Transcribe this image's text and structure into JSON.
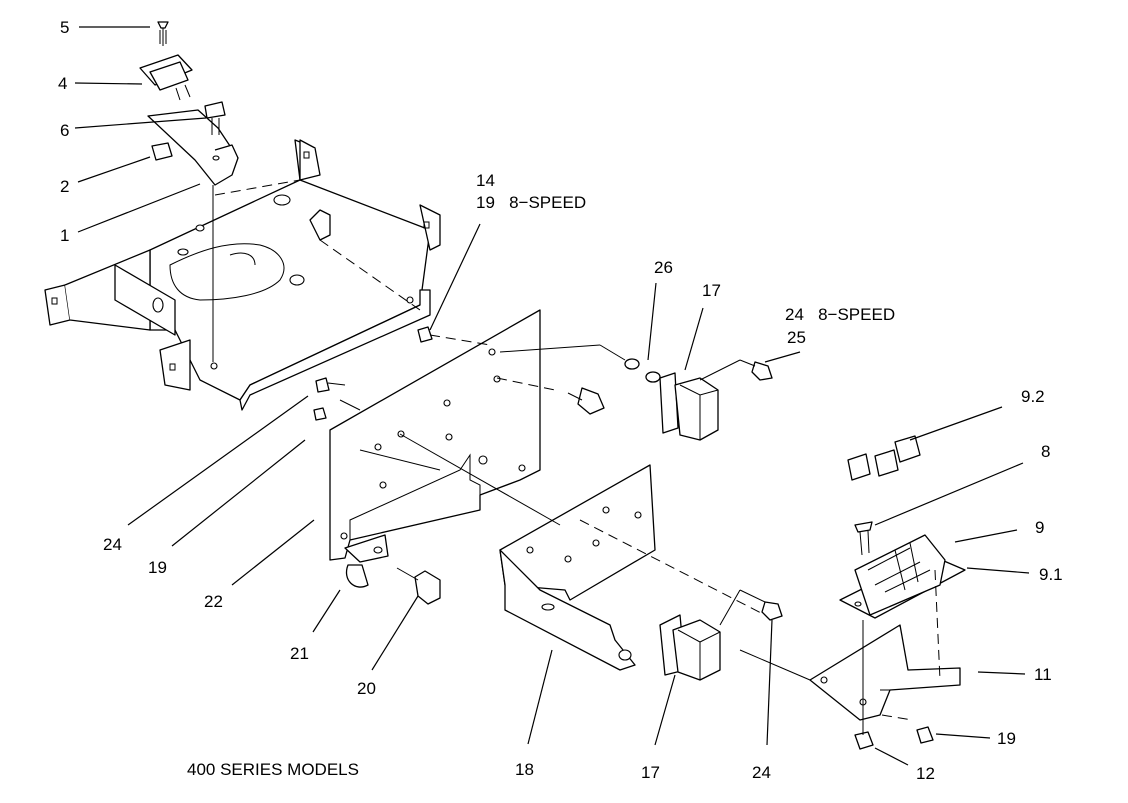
{
  "caption": "400 SERIES MODELS",
  "callouts": [
    {
      "id": "c-5",
      "text": "5"
    },
    {
      "id": "c-4",
      "text": "4"
    },
    {
      "id": "c-6",
      "text": "6"
    },
    {
      "id": "c-2",
      "text": "2"
    },
    {
      "id": "c-1",
      "text": "1"
    },
    {
      "id": "c-14",
      "text": "14"
    },
    {
      "id": "c-19-8speed",
      "text": "19   8−SPEED"
    },
    {
      "id": "c-26",
      "text": "26"
    },
    {
      "id": "c-17-top",
      "text": "17"
    },
    {
      "id": "c-24-8speed",
      "text": "24   8−SPEED"
    },
    {
      "id": "c-25",
      "text": "25"
    },
    {
      "id": "c-9-2",
      "text": "9.2"
    },
    {
      "id": "c-8",
      "text": "8"
    },
    {
      "id": "c-9",
      "text": "9"
    },
    {
      "id": "c-9-1",
      "text": "9.1"
    },
    {
      "id": "c-11",
      "text": "11"
    },
    {
      "id": "c-19-right",
      "text": "19"
    },
    {
      "id": "c-12",
      "text": "12"
    },
    {
      "id": "c-24-left",
      "text": "24"
    },
    {
      "id": "c-19-left",
      "text": "19"
    },
    {
      "id": "c-22",
      "text": "22"
    },
    {
      "id": "c-21",
      "text": "21"
    },
    {
      "id": "c-20",
      "text": "20"
    },
    {
      "id": "c-18",
      "text": "18"
    },
    {
      "id": "c-17-bottom",
      "text": "17"
    },
    {
      "id": "c-24-bottom",
      "text": "24"
    }
  ]
}
